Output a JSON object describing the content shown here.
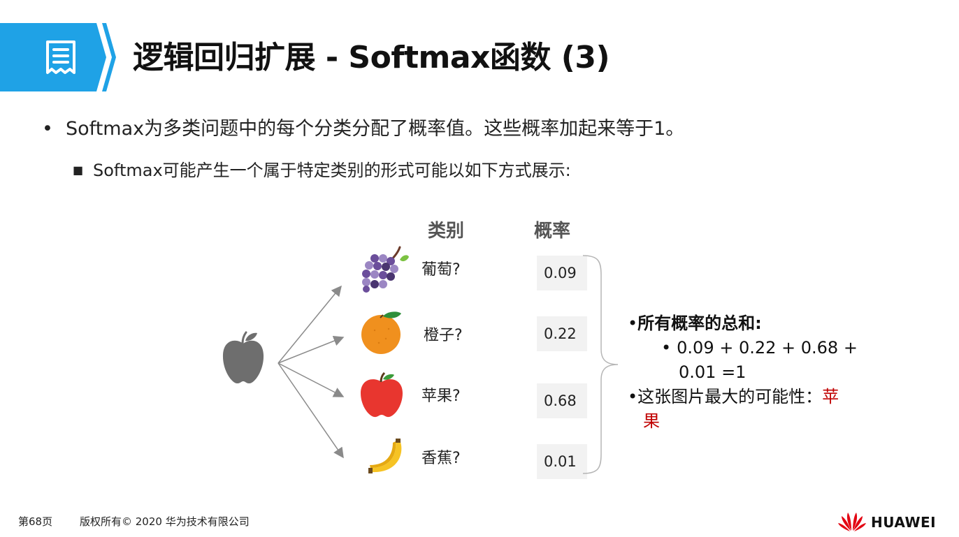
{
  "header": {
    "title": "逻辑回归扩展 - Softmax函数 (3)",
    "icon": "document-list-icon",
    "accent_color": "#1fa2e6"
  },
  "bullets": {
    "level1": "Softmax为多类问题中的每个分类分配了概率值。这些概率加起来等于1。",
    "level2": "Softmax可能产生一个属于特定类别的形式可能以如下方式展示:"
  },
  "table": {
    "category_header": "类别",
    "probability_header": "概率",
    "rows": [
      {
        "label": "葡萄?",
        "prob": "0.09",
        "icon": "grapes-icon"
      },
      {
        "label": "橙子?",
        "prob": "0.22",
        "icon": "orange-icon"
      },
      {
        "label": "苹果?",
        "prob": "0.68",
        "icon": "apple-icon"
      },
      {
        "label": "香蕉?",
        "prob": "0.01",
        "icon": "banana-icon"
      }
    ],
    "input_icon": "gray-apple-icon"
  },
  "summary": {
    "heading": "所有概率的总和:",
    "sum_line1": "0.09 + 0.22 + 0.68 +",
    "sum_line2": "0.01 =1",
    "max_prefix": "这张图片最大的可能性：",
    "max_answer_1": "苹",
    "max_answer_2": "果"
  },
  "footer": {
    "page": "第68页",
    "copyright": "版权所有© 2020 华为技术有限公司",
    "brand": "HUAWEI"
  },
  "colors": {
    "accent": "#1fa2e6",
    "highlight_red": "#c00000",
    "brand_red": "#e30613"
  }
}
